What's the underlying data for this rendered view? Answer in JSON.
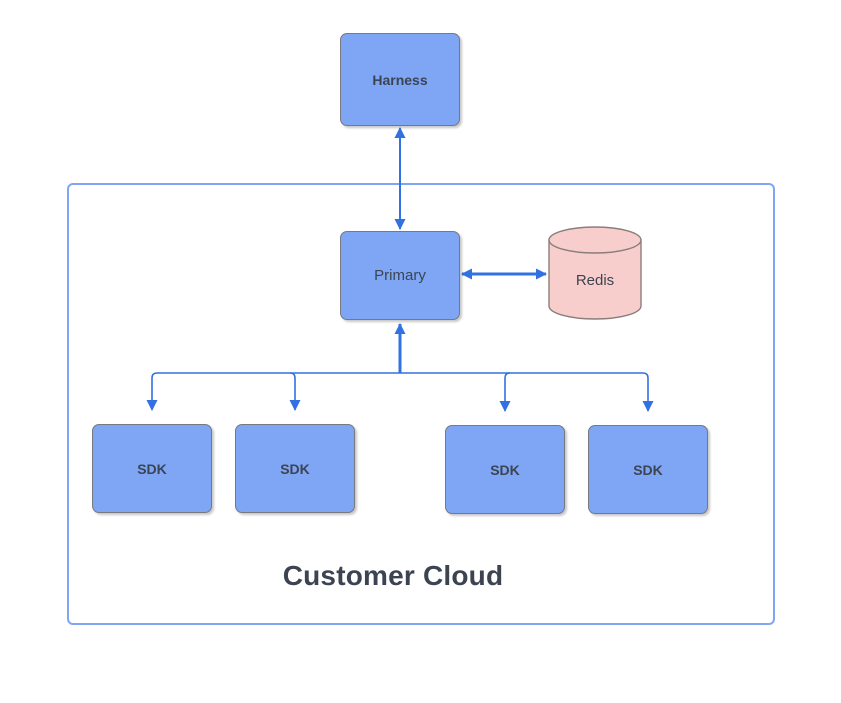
{
  "diagram": {
    "title_label": "Customer Cloud",
    "colors": {
      "node_fill": "#7EA6F5",
      "node_border": "#76797D",
      "node_text": "#3C4452",
      "cylinder_fill": "#F8CECC",
      "cylinder_border": "#8B7D7B",
      "connector": "#3271E2",
      "container_border": "#7EA6F5",
      "background": "#FFFFFF"
    },
    "nodes": {
      "harness": {
        "label": "Harness",
        "shape": "rounded-rectangle"
      },
      "primary": {
        "label": "Primary",
        "shape": "rounded-rectangle"
      },
      "redis": {
        "label": "Redis",
        "shape": "cylinder"
      },
      "sdks": [
        {
          "label": "SDK",
          "shape": "rounded-rectangle"
        },
        {
          "label": "SDK",
          "shape": "rounded-rectangle"
        },
        {
          "label": "SDK",
          "shape": "rounded-rectangle"
        },
        {
          "label": "SDK",
          "shape": "rounded-rectangle"
        }
      ]
    },
    "connectors": [
      {
        "from": "harness",
        "to": "primary",
        "direction": "bidirectional",
        "style": "straight-vertical"
      },
      {
        "from": "primary",
        "to": "redis",
        "direction": "bidirectional",
        "style": "straight-horizontal"
      },
      {
        "from": "sdk-1",
        "to": "primary",
        "direction": "to-primary",
        "style": "orthogonal-bus"
      },
      {
        "from": "sdk-2",
        "to": "primary",
        "direction": "to-primary",
        "style": "orthogonal-bus"
      },
      {
        "from": "sdk-3",
        "to": "primary",
        "direction": "to-primary",
        "style": "orthogonal-bus"
      },
      {
        "from": "sdk-4",
        "to": "primary",
        "direction": "to-primary",
        "style": "orthogonal-bus"
      }
    ]
  }
}
